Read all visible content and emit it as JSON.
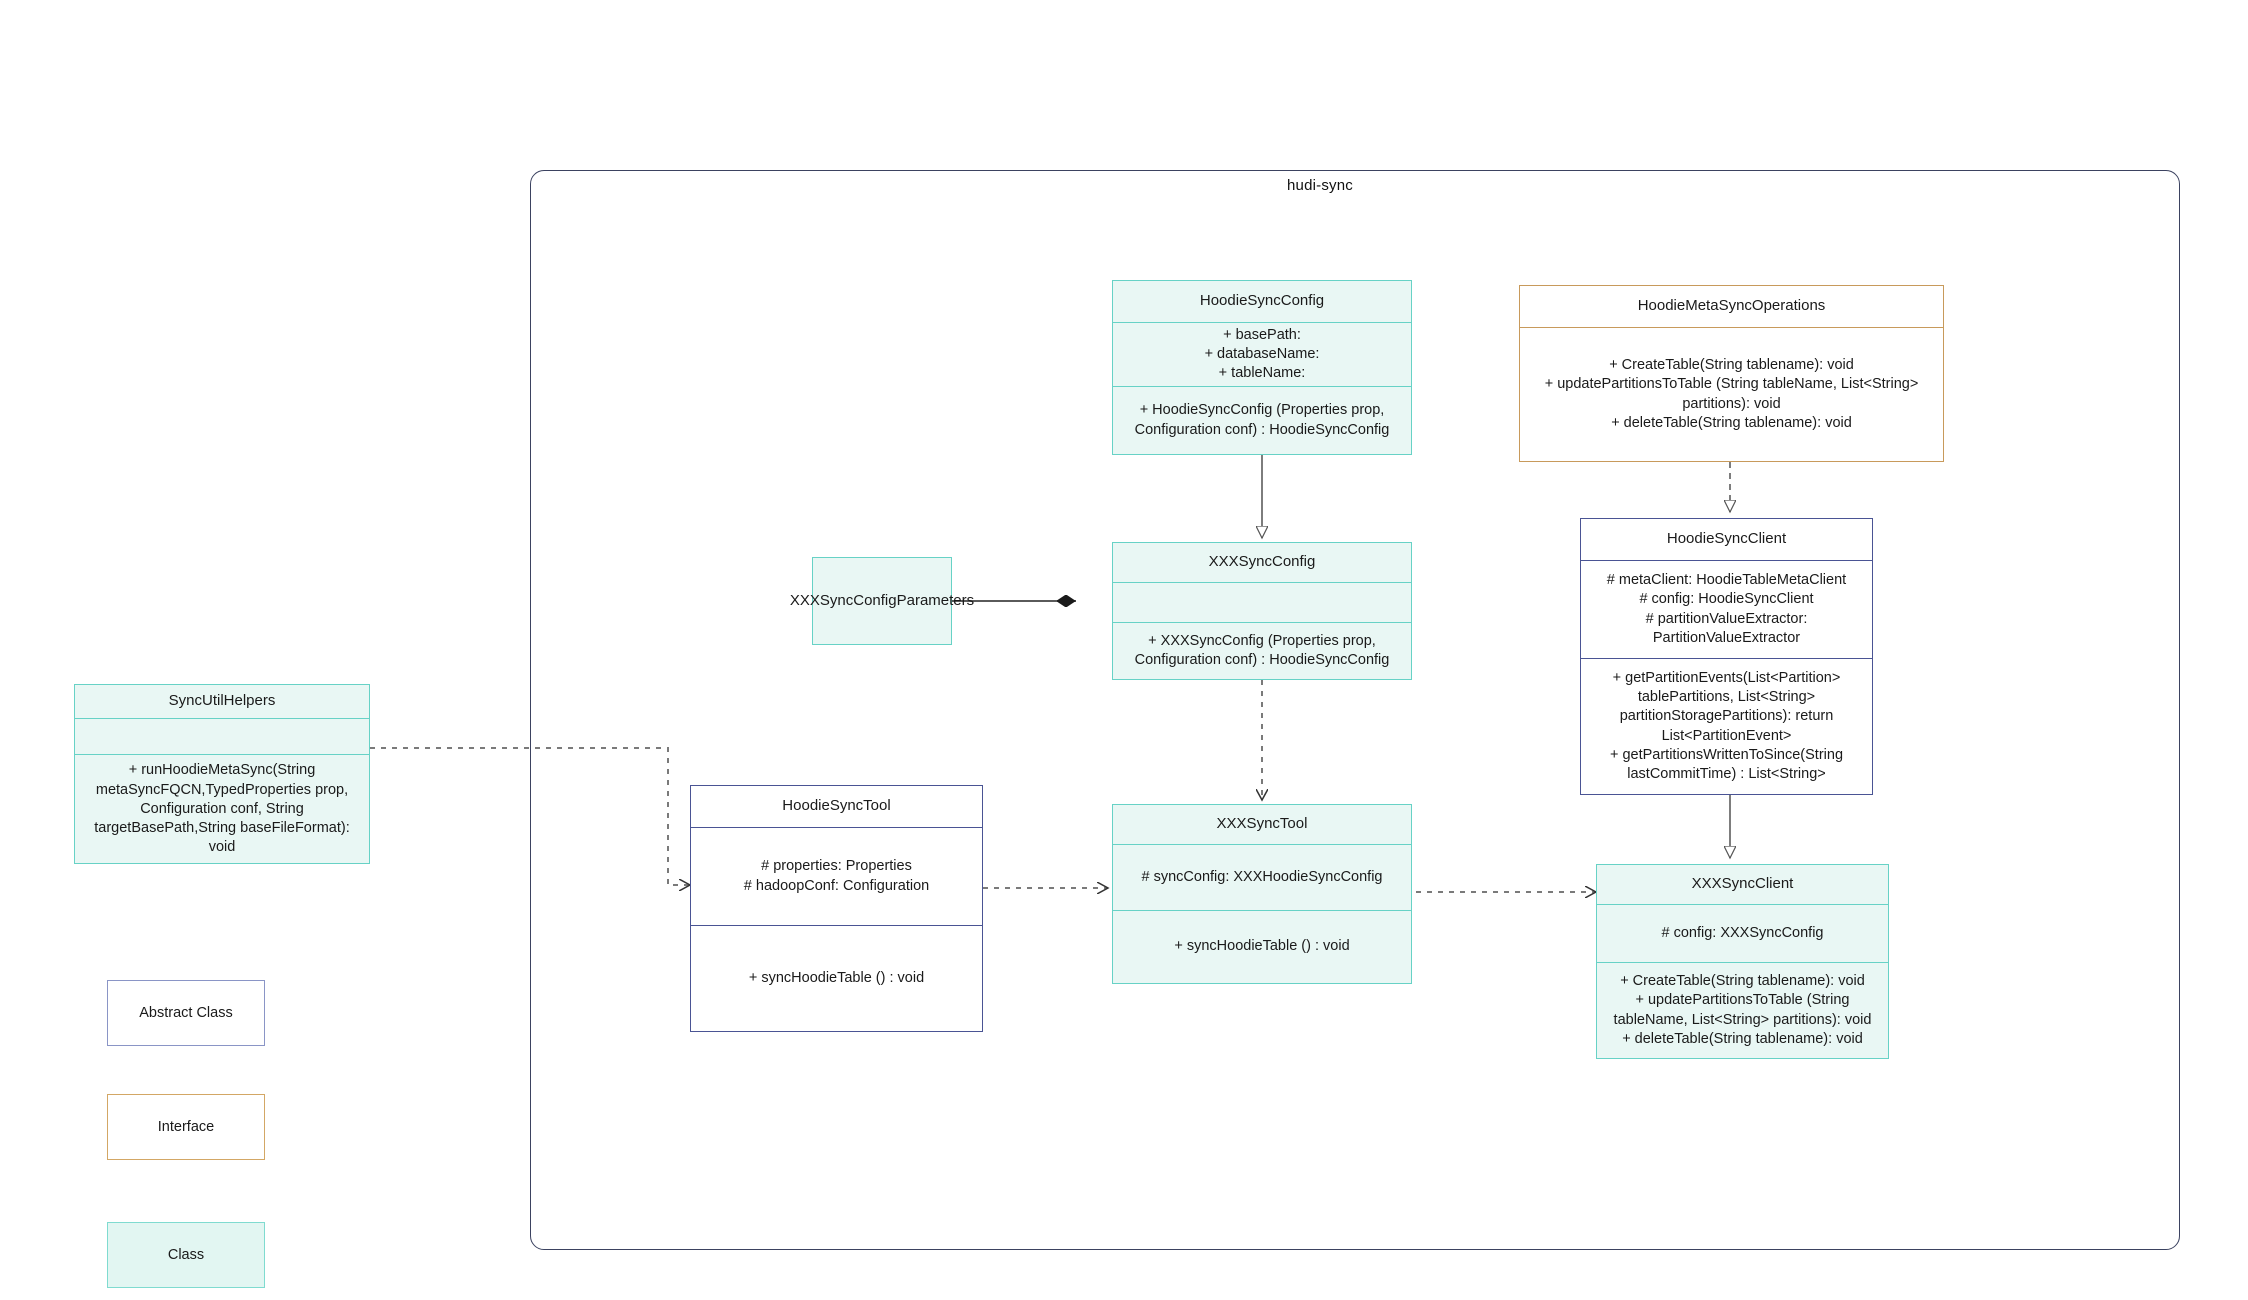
{
  "diagram": {
    "type": "uml-class-diagram",
    "package": {
      "title": "hudi-sync"
    }
  },
  "nodes": {
    "hoodie_sync_config": {
      "name": "HoodieSyncConfig",
      "stereotype": "class",
      "attributes": "+    basePath:\n+   databaseName:\n+    tableName:",
      "operations": "+   HoodieSyncConfig (Properties prop, Configuration conf) : HoodieSyncConfig"
    },
    "xxx_sync_config": {
      "name": "XXXSyncConfig",
      "stereotype": "class",
      "attributes": "",
      "operations": "+   XXXSyncConfig (Properties prop, Configuration conf) : HoodieSyncConfig"
    },
    "xxx_sync_config_parameters": {
      "name": "XXXSyncConfigParameters",
      "stereotype": "class"
    },
    "hoodie_meta_sync_operations": {
      "name": "HoodieMetaSyncOperations",
      "stereotype": "interface",
      "operations": "+    CreateTable(String tablename): void\n+    updatePartitionsToTable (String tableName, List<String> partitions): void\n+    deleteTable(String tablename): void"
    },
    "hoodie_sync_client": {
      "name": "HoodieSyncClient",
      "stereotype": "abstract-class",
      "attributes": "#   metaClient: HoodieTableMetaClient\n#    config: HoodieSyncClient\n#     partitionValueExtractor: PartitionValueExtractor",
      "operations": "+   getPartitionEvents(List<Partition> tablePartitions, List<String> partitionStoragePartitions): return List<PartitionEvent>\n+   getPartitionsWrittenToSince(String lastCommitTime) : List<String>"
    },
    "xxx_sync_client": {
      "name": "XXXSyncClient",
      "stereotype": "class",
      "attributes": "#    config: XXXSyncConfig",
      "operations": "+    CreateTable(String tablename): void\n+    updatePartitionsToTable (String tableName, List<String> partitions): void\n+    deleteTable(String tablename): void"
    },
    "hoodie_sync_tool": {
      "name": "HoodieSyncTool",
      "stereotype": "abstract-class",
      "attributes": "#   properties: Properties\n#   hadoopConf: Configuration",
      "operations": "+   syncHoodieTable () : void"
    },
    "xxx_sync_tool": {
      "name": "XXXSyncTool",
      "stereotype": "class",
      "attributes": "#   syncConfig: XXXHoodieSyncConfig",
      "operations": "+   syncHoodieTable () : void"
    },
    "sync_util_helpers": {
      "name": "SyncUtilHelpers",
      "stereotype": "class",
      "attributes": "",
      "operations": "+     runHoodieMetaSync(String metaSyncFQCN,TypedProperties prop, Configuration conf, String targetBasePath,String baseFileFormat): void"
    }
  },
  "legend": {
    "items": [
      {
        "label": "Abstract Class",
        "kind": "abstract-class"
      },
      {
        "label": "Interface",
        "kind": "interface"
      },
      {
        "label": "Class",
        "kind": "class"
      }
    ]
  },
  "relations": [
    {
      "from": "hoodie_sync_config",
      "to": "xxx_sync_config",
      "kind": "generalization",
      "style": "solid",
      "arrow": "hollow-triangle"
    },
    {
      "from": "xxx_sync_config_parameters",
      "to": "xxx_sync_config",
      "kind": "composition",
      "style": "solid",
      "arrow": "filled-diamond"
    },
    {
      "from": "hoodie_meta_sync_operations",
      "to": "hoodie_sync_client",
      "kind": "realization",
      "style": "dashed",
      "arrow": "hollow-triangle"
    },
    {
      "from": "hoodie_sync_client",
      "to": "xxx_sync_client",
      "kind": "generalization",
      "style": "solid",
      "arrow": "hollow-triangle"
    },
    {
      "from": "xxx_sync_config",
      "to": "xxx_sync_tool",
      "kind": "dependency",
      "style": "dashed",
      "arrow": "open"
    },
    {
      "from": "hoodie_sync_tool",
      "to": "xxx_sync_tool",
      "kind": "dependency",
      "style": "dashed",
      "arrow": "open"
    },
    {
      "from": "xxx_sync_tool",
      "to": "xxx_sync_client",
      "kind": "dependency",
      "style": "dashed",
      "arrow": "open"
    },
    {
      "from": "sync_util_helpers",
      "to": "hoodie_sync_tool",
      "kind": "dependency",
      "style": "dashed",
      "arrow": "open"
    }
  ],
  "colors": {
    "class_border": "#67d2c6",
    "class_fill": "#e9f7f4",
    "abstract_border": "#4a5494",
    "interface_border": "#c89a5b",
    "package_border": "#3b4260",
    "edge": "#6f6f6f",
    "text": "#1a1a1a",
    "background": "#ffffff"
  }
}
